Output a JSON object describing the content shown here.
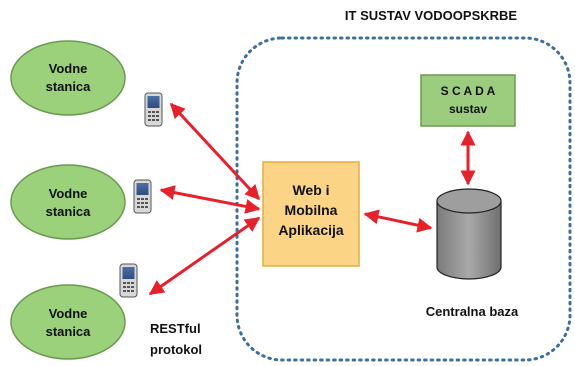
{
  "title": "IT SUSTAV VODOOPSKRBE",
  "stations": [
    {
      "line1": "Vodne",
      "line2": "stanica"
    },
    {
      "line1": "Vodne",
      "line2": "stanica"
    },
    {
      "line1": "Vodne",
      "line2": "stanica"
    }
  ],
  "app": {
    "line1": "Web i",
    "line2": "Mobilna",
    "line3": "Aplikacija"
  },
  "scada": {
    "line1": "S C A D A",
    "line2": "sustav"
  },
  "database": {
    "label": "Centralna baza"
  },
  "protocol": {
    "line1": "RESTful",
    "line2": "protokol"
  },
  "icons": [
    "mobile-phone-icon",
    "database-cylinder-icon",
    "double-arrow-icon"
  ],
  "colors": {
    "station_fill": "#9bd17a",
    "station_border": "#6a9a4f",
    "app_fill": "#fbd585",
    "app_border": "#e4ad3e",
    "scada_fill": "#9ccc7e",
    "scada_border": "#6c9a52",
    "arrow": "#e8202a",
    "cylinder_fill": "#8d8d8d",
    "dotted_border": "#3c6e9e"
  }
}
